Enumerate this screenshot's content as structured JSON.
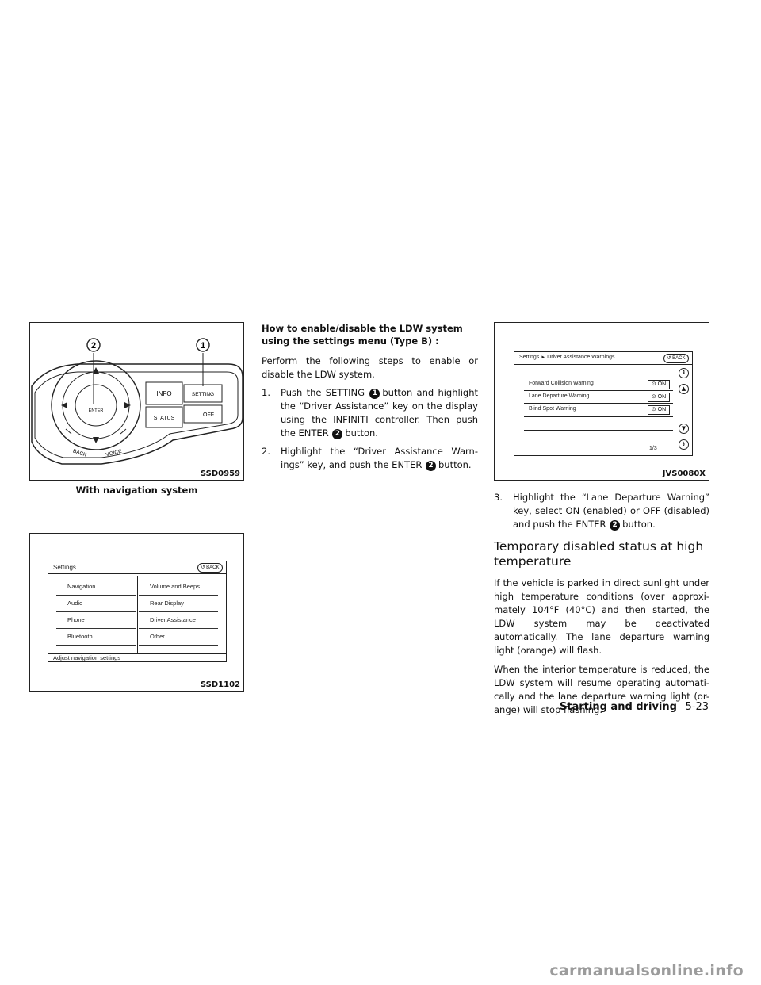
{
  "figures": {
    "fig1": {
      "code": "SSD0959",
      "caption": "With navigation system",
      "controller": {
        "info": "INFO",
        "setting": "SETTING",
        "status": "STATUS",
        "off": "OFF",
        "enter": "ENTER",
        "back": "BACK",
        "voice": "VOICE",
        "callout1": "1",
        "callout2": "2"
      }
    },
    "fig2": {
      "code": "SSD1102",
      "screen": {
        "title": "Settings",
        "back": "BACK",
        "left_items": [
          "Navigation",
          "Audio",
          "Phone",
          "Bluetooth"
        ],
        "right_items": [
          "Volume and Beeps",
          "Rear Display",
          "Driver Assistance",
          "Other"
        ],
        "status": "Adjust navigation settings"
      }
    },
    "fig3": {
      "code": "JVS0080X",
      "screen": {
        "breadcrumb_root": "Settings",
        "breadcrumb_arrow": "►",
        "breadcrumb_page": "Driver Assistance Warnings",
        "back": "BACK",
        "rows": [
          {
            "label": "Forward Collision Warning",
            "value": "ON"
          },
          {
            "label": "Lane Departure Warning",
            "value": "ON"
          },
          {
            "label": "Blind Spot Warning",
            "value": "ON"
          }
        ],
        "page": "1/3"
      }
    }
  },
  "text": {
    "subheading": "How to enable/disable the LDW system using the settings menu (Type B) :",
    "intro": "Perform the following steps to enable or disable the LDW system.",
    "step1": {
      "num": "1.",
      "a": "Push the SETTING",
      "c1": "1",
      "b": "button and highlight the “Driver Assistance” key on the display using the INFINITI controller. Then push the ENTER",
      "c2": "2",
      "c": "button."
    },
    "step2": {
      "num": "2.",
      "a": "Highlight the “Driver Assistance Warn-ings” key, and push the ENTER",
      "c2": "2",
      "b": "button."
    },
    "step3": {
      "num": "3.",
      "a": "Highlight the “Lane Departure Warning” key, select ON (enabled) or OFF (disabled) and push the ENTER",
      "c2": "2",
      "b": "button."
    },
    "heading": "Temporary disabled status at high temperature",
    "para1": "If the vehicle is parked in direct sunlight under high temperature conditions (over approxi-mately 104°F (40°C) and then started, the LDW system may be deactivated automatically. The lane departure warning light (orange) will flash.",
    "para2": "When the interior temperature is reduced, the LDW system will resume operating automati-cally and the lane departure warning light (or-ange) will stop flashing."
  },
  "footer": {
    "section": "Starting and driving",
    "page": "5-23"
  },
  "watermark": "carmanualsonline.info"
}
